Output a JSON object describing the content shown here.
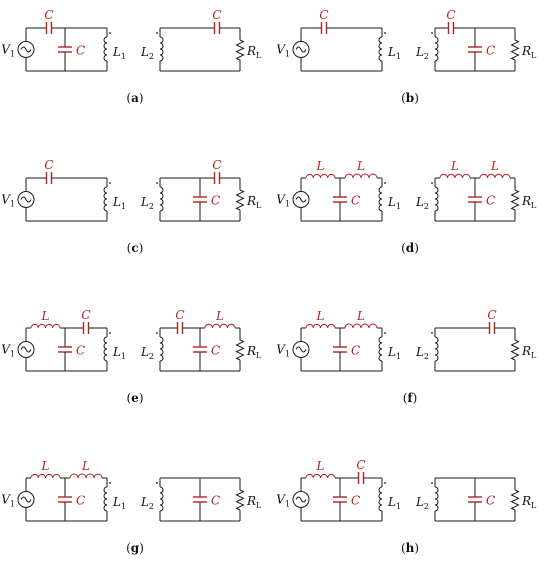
{
  "colors": {
    "wire": "#1a1a1a",
    "component": "#b22222"
  },
  "labels": {
    "C": "C",
    "L": "L",
    "V": "V",
    "V_sub": "1",
    "L1": "L",
    "L1_sub": "1",
    "L2": "L",
    "L2_sub": "2",
    "RL": "R",
    "RL_sub": "L"
  },
  "panels": [
    {
      "caption": "a",
      "source": "series-C-shunt-C",
      "load": "series-C"
    },
    {
      "caption": "b",
      "source": "series-C",
      "load": "series-C-shunt-C"
    },
    {
      "caption": "c",
      "source": "series-C",
      "load": "shunt-C-series-C"
    },
    {
      "caption": "d",
      "source": "L-shunt-C-L",
      "load": "L-shunt-C-L"
    },
    {
      "caption": "e",
      "source": "L-shunt-C-C",
      "load": "C-shunt-C-L"
    },
    {
      "caption": "f",
      "source": "L-shunt-C-L",
      "load": "series-C"
    },
    {
      "caption": "g",
      "source": "L-shunt-C-L",
      "load": "shunt-C"
    },
    {
      "caption": "h",
      "source": "L-shunt-C-C",
      "load": "shunt-C"
    }
  ]
}
